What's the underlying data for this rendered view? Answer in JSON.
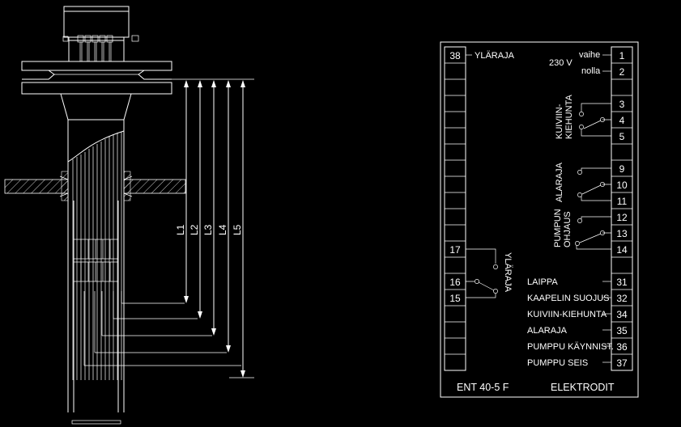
{
  "electrode": {
    "dimensions": [
      "L1",
      "L2",
      "L3",
      "L4",
      "L5"
    ]
  },
  "panel": {
    "model": "ENT 40-5 F",
    "title": "ELEKTRODIT",
    "voltage": "230 V",
    "phase": "vaihe",
    "neutral": "nolla",
    "t1": "1",
    "t2": "2",
    "t3": "3",
    "t4": "4",
    "t5": "5",
    "t9": "9",
    "t10": "10",
    "t11": "11",
    "t12": "12",
    "t13": "13",
    "t14": "14",
    "t15": "15",
    "t16": "16",
    "t17": "17",
    "t31": "31",
    "t32": "32",
    "t34": "34",
    "t35": "35",
    "t36": "36",
    "t37": "37",
    "t38": "38",
    "ylaraja_top": "YLÄRAJA",
    "ylaraja_relay": "YLÄRAJA",
    "kuiviin_a": "KUIVIIN-",
    "kuiviin_b": "KIEHUNTA",
    "alaraja_relay": "ALARAJA",
    "pumpun_a": "PUMPUN",
    "pumpun_b": "OHJAUS",
    "el31": "LAIPPA",
    "el32": "KAAPELIN SUOJUS",
    "el34": "KUIVIIN-KIEHUNTA",
    "el35": "ALARAJA",
    "el36": "PUMPPU KÄYNNIST.",
    "el37": "PUMPPU SEIS"
  }
}
